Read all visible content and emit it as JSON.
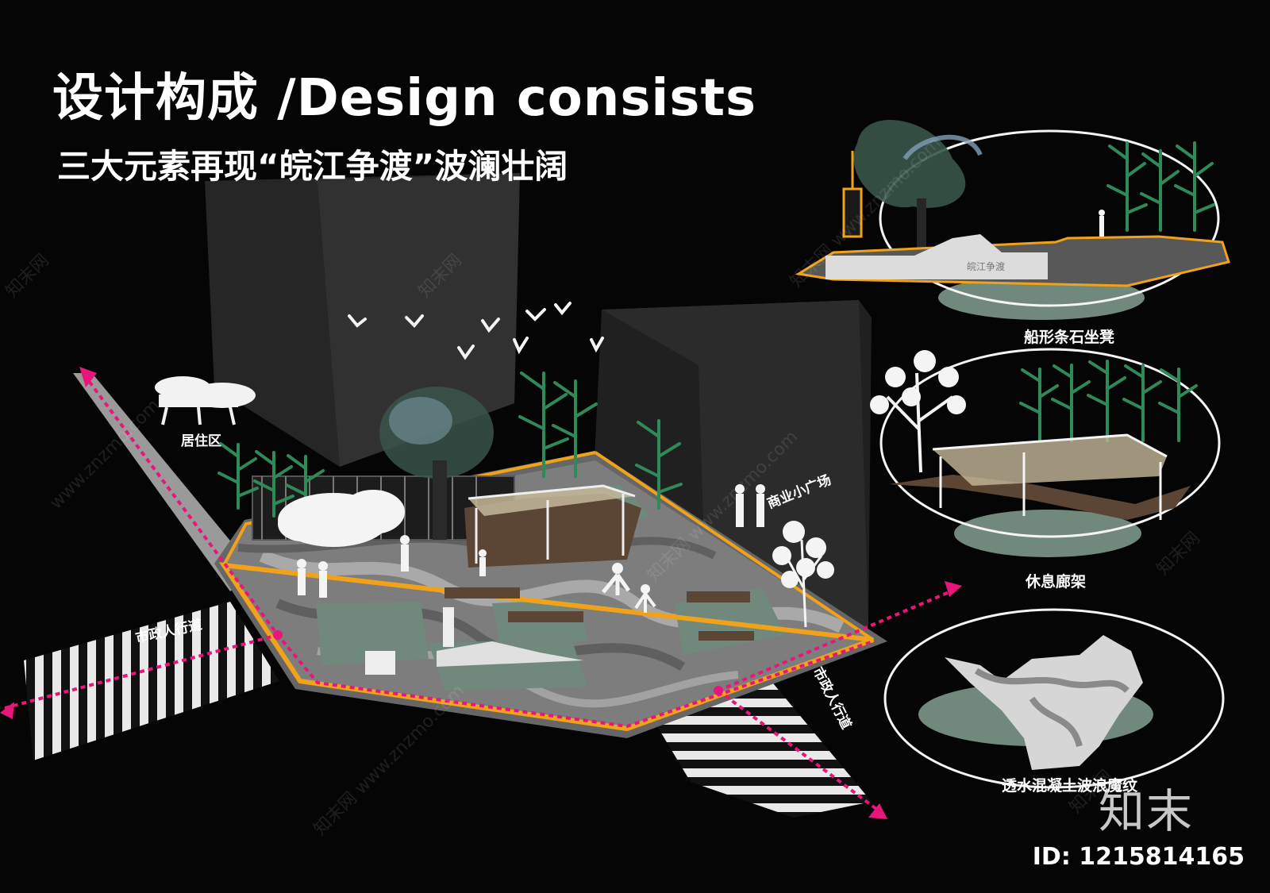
{
  "title": "设计构成 /Design consists",
  "subtitle": "三大元素再现“皖江争渡”波澜壮阔",
  "labels": {
    "residential": "居住区",
    "commercial": "商业小广场",
    "sidewalk_left": "市政人行道",
    "sidewalk_right": "市政人行道"
  },
  "panels": [
    {
      "caption": "船形条石坐凳",
      "sign_text": "皖江争渡"
    },
    {
      "caption": "休息廊架"
    },
    {
      "caption": "透水混凝土波浪魔纹"
    }
  ],
  "watermarks": [
    "知末网 www.znzmo.com",
    "知末网",
    "www.znzmo.com"
  ],
  "brand": "知末",
  "image_id": "ID: 1215814165",
  "colors": {
    "path": "#e8157a",
    "border": "#f0a21a",
    "lawn": "#71897c",
    "paving": "#8a8a8a",
    "building": "#2b2b2b",
    "tree": "#2f8a5a"
  }
}
